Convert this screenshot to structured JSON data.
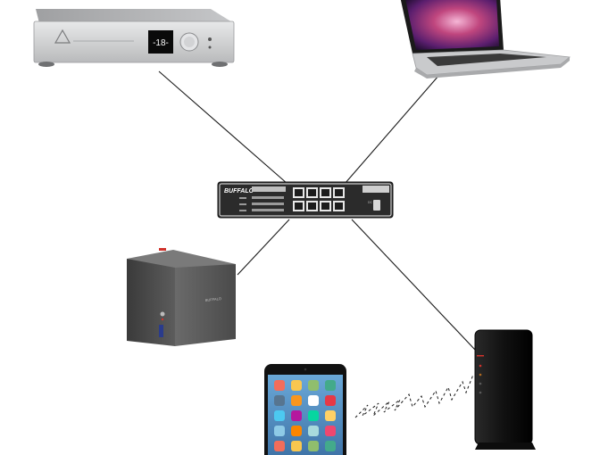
{
  "devices": {
    "amplifier": {
      "display": "-18-"
    },
    "switch": {
      "brand": "BUFFALO",
      "port_count": 8
    },
    "nas": {
      "brand": "BUFFALO"
    }
  },
  "colors": {
    "line": "#1a1a1a",
    "led_red": "#d0322b",
    "switch_body": "#2b2b2b",
    "amp_body": "#cfd0d2",
    "laptop_screen": "#c0467e",
    "nas_body": "#4a4a4a",
    "router_body": "#151515"
  }
}
